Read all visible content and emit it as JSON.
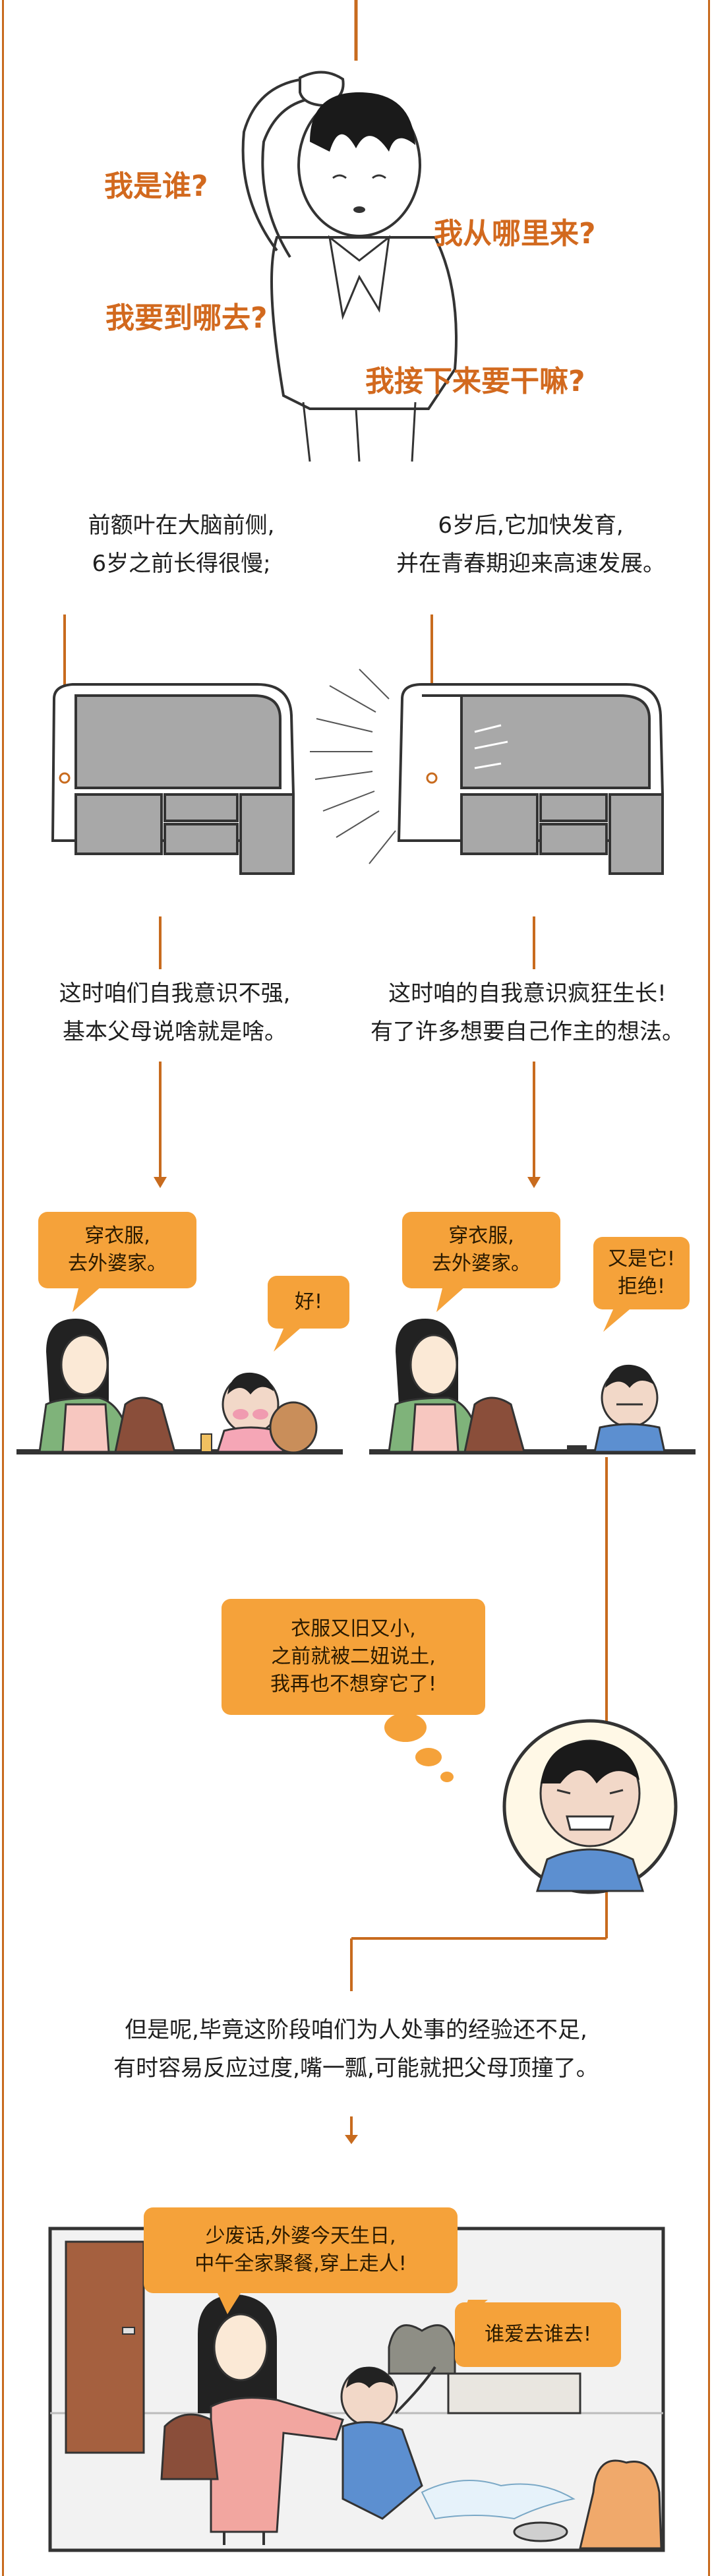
{
  "colors": {
    "accent": "#c86b1e",
    "question": "#d2691e",
    "bubble": "#f5a23a",
    "brain": "#a8a8a8"
  },
  "questions": {
    "who": "我是谁?",
    "from": "我从哪里来?",
    "to": "我要到哪去?",
    "next": "我接下来要干嘛?"
  },
  "brain_section": {
    "left_caption": [
      "前额叶在大脑前侧,",
      "6岁之前长得很慢;"
    ],
    "right_caption": [
      "6岁后,它加快发育,",
      "并在青春期迎来高速发展。"
    ]
  },
  "self_section": {
    "left_caption": [
      "这时咱们自我意识不强,",
      "基本父母说啥就是啥。"
    ],
    "right_caption": [
      "这时咱的自我意识疯狂生长!",
      "有了许多想要自己作主的想法。"
    ]
  },
  "scene_dress": {
    "mom_left": [
      "穿衣服,",
      "去外婆家。"
    ],
    "kid_left": "好!",
    "mom_right": [
      "穿衣服,",
      "去外婆家。"
    ],
    "kid_right": [
      "又是它!",
      "拒绝!"
    ]
  },
  "complaint": [
    "衣服又旧又小,",
    "之前就被二妞说土,",
    "我再也不想穿它了!"
  ],
  "summary": [
    "但是呢,毕竟这阶段咱们为人处事的经验还不足,",
    "有时容易反应过度,嘴一瓢,可能就把父母顶撞了。"
  ],
  "final_scene": {
    "mom": [
      "少废话,外婆今天生日,",
      "中午全家聚餐,穿上走人!"
    ],
    "kid": "谁爱去谁去!"
  }
}
